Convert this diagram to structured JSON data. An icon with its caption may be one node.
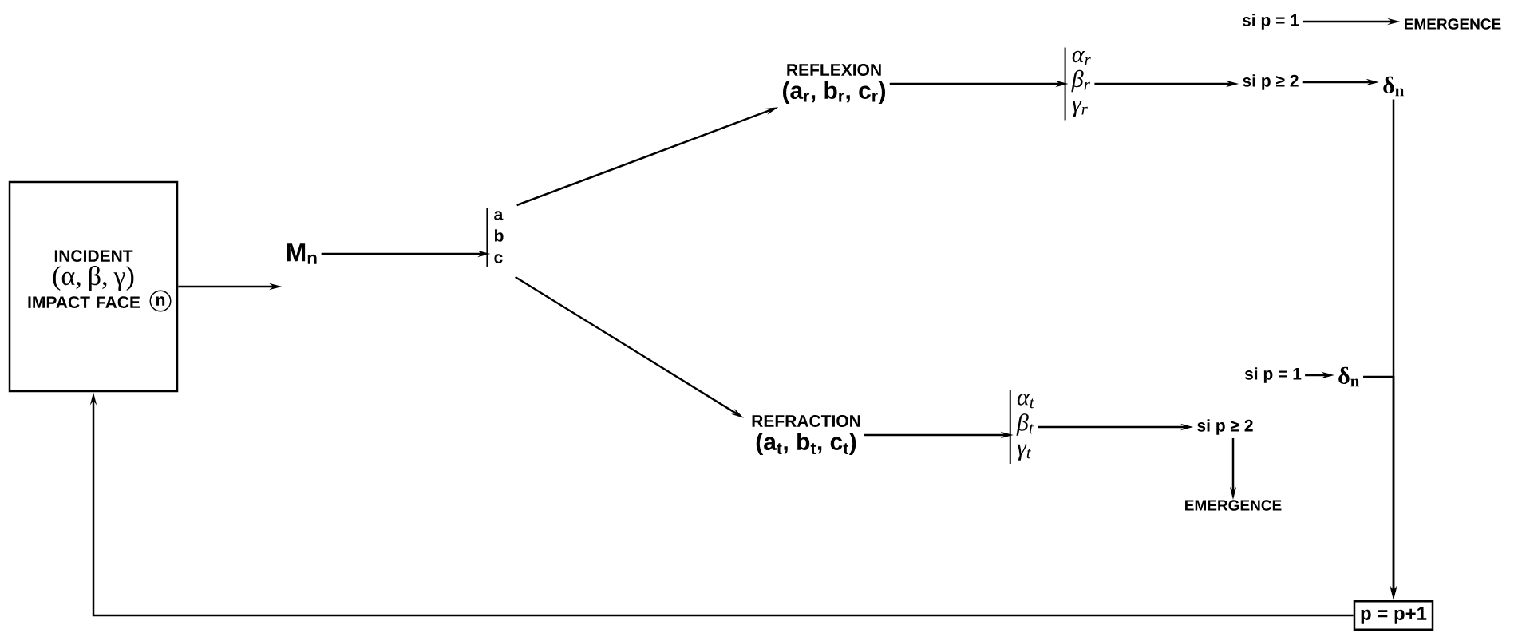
{
  "diagram": {
    "nodes": [
      {
        "text": [
          "INCIDENT",
          "(α, β, γ)",
          "IMPACT FACE"
        ]
      },
      {
        "text": [
          "n"
        ],
        "in": 0
      },
      {
        "text": [
          "M$_{n}$"
        ]
      },
      {
        "text": [
          "a",
          "b",
          "c"
        ]
      },
      {
        "text": [
          "REFLEXION",
          "(a$_{r}$, b$_{r}$, c$_{r}$)"
        ]
      },
      {
        "text": [
          "REFRACTION",
          "(a$_{t}$, b$_{t}$, c$_{t}$)"
        ]
      },
      {
        "text": [
          "α$_{r}$",
          "β$_{r}$",
          "γ$_{r}$"
        ]
      },
      {
        "text": [
          "α$_{t}$",
          "β$_{t}$",
          "γ$_{t}$"
        ]
      },
      {
        "text": [
          "si p = 1"
        ]
      },
      {
        "text": [
          "EMERGENCE"
        ]
      },
      {
        "text": [
          "si p ≥ 2"
        ]
      },
      {
        "text": [
          "δ$_{n}$"
        ]
      },
      {
        "text": [
          "si p = 1"
        ]
      },
      {
        "text": [
          "δ$_{n}$"
        ]
      },
      {
        "text": [
          "si p ≥ 2"
        ]
      },
      {
        "text": [
          "EMERGENCE"
        ]
      },
      {
        "text": [
          "p = p+1"
        ]
      }
    ],
    "edges": [
      {
        "from": 0,
        "to": 2,
        "arrow": "to"
      },
      {
        "from": 2,
        "to": 3,
        "arrow": "to"
      },
      {
        "from": 3,
        "to": 4,
        "arrow": "to"
      },
      {
        "from": 3,
        "to": 5,
        "arrow": "to"
      },
      {
        "from": 4,
        "to": 6,
        "arrow": "to"
      },
      {
        "from": 5,
        "to": 7,
        "arrow": "to"
      },
      {
        "from": 6,
        "to": 10,
        "arrow": "to"
      },
      {
        "from": 8,
        "to": 9,
        "arrow": "to"
      },
      {
        "from": 10,
        "to": 11,
        "arrow": "to"
      },
      {
        "from": 11,
        "to": 16,
        "arrow": "to"
      },
      {
        "from": 7,
        "to": 14,
        "arrow": "to"
      },
      {
        "from": 12,
        "to": 13,
        "arrow": "to"
      },
      {
        "from": 13,
        "to": 16,
        "arrow": "to"
      },
      {
        "from": 14,
        "to": 15,
        "arrow": "to"
      },
      {
        "from": 16,
        "to": 0,
        "arrow": "to"
      }
    ]
  }
}
